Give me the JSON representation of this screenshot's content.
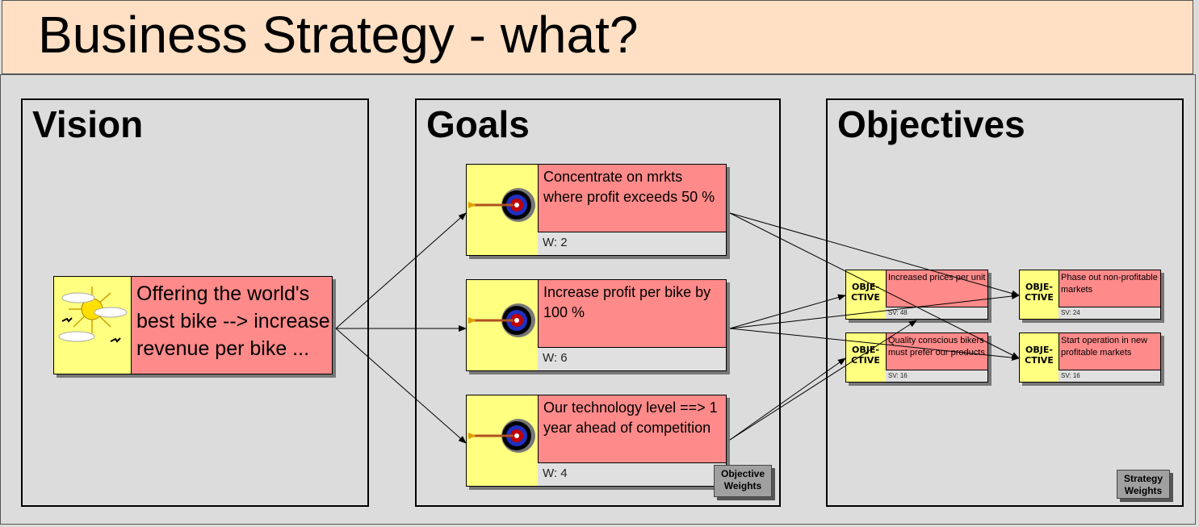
{
  "title": "Business Strategy - what?",
  "colors": {
    "title_bg": "#ffe0c4",
    "node_fill": "#ff8a8a",
    "icon_fill": "#ffff80",
    "background": "#dcdcdc"
  },
  "panels": {
    "vision": {
      "title": "Vision"
    },
    "goals": {
      "title": "Goals"
    },
    "objectives": {
      "title": "Objectives"
    }
  },
  "vision_node": {
    "text": "Offering the world's best bike --> increase revenue per bike ...",
    "icon": "sun-clouds-icon"
  },
  "goals": [
    {
      "text": "Concentrate on mrkts where profit exceeds 50 %",
      "weight": "W: 2",
      "icon": "dartboard-icon"
    },
    {
      "text": "Increase profit per bike by 100 %",
      "weight": "W: 6",
      "icon": "dartboard-icon"
    },
    {
      "text": "Our technology level ==> 1 year ahead of competition",
      "weight": "W: 4",
      "icon": "dartboard-icon"
    }
  ],
  "objectives": [
    {
      "label": "OBJE-CTIVE",
      "text": "Increased prices per unit",
      "sv": "SV: 48"
    },
    {
      "label": "OBJE-CTIVE",
      "text": "Quality conscious bikers must prefer our products",
      "sv": "SV: 16"
    },
    {
      "label": "OBJE-CTIVE",
      "text": "Phase out non-profitable markets",
      "sv": "SV: 24"
    },
    {
      "label": "OBJE-CTIVE",
      "text": "Start operation in new profitable markets",
      "sv": "SV: 16"
    }
  ],
  "buttons": {
    "objective_weights": "Objective Weights",
    "strategy_weights": "Strategy Weights"
  }
}
